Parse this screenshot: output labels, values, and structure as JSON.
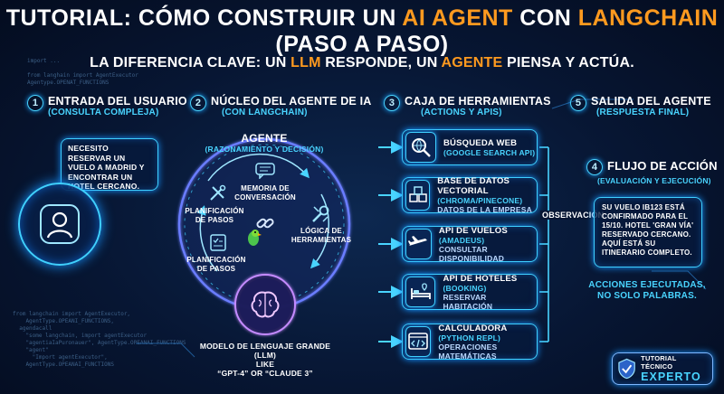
{
  "title": {
    "part1": "TUTORIAL: CÓMO CONSTRUIR UN ",
    "part2": "AI AGENT",
    "part3": " CON ",
    "part4": "LANGCHAIN",
    "part5": " (PASO A PASO)"
  },
  "subtitle": {
    "part1": "LA DIFERENCIA CLAVE: UN ",
    "part2": "LLM",
    "part3": " RESPONDE, UN ",
    "part4": "AGENTE",
    "part5": " PIENSA Y ACTÚA."
  },
  "code_top": "import ...\n\nfrom langhain import AgentExecutor\nAgentype.OPENAT_FUNCTIONS",
  "code_bottom": "from langchain import AgentExecutor,\n    AgentType.OPEANI_FUNCTIONS,\n  agendacall\n    \"some langchain, import agentExecutor\n    \"agentiaIaPuronauer\", AgentType.OPEANAI_FUNCTIONS\n    \"agent\"\n      \"Import agentExecutor\",\n    AgentType.OPEANAI_FUNCTIONS",
  "steps": [
    {
      "num": "1",
      "title": "ENTRADA DEL USUARIO",
      "subtitle": "(CONSULTA COMPLEJA)"
    },
    {
      "num": "2",
      "title": "NÚCLEO DEL AGENTE DE IA",
      "subtitle": "(CON LANGCHAIN)"
    },
    {
      "num": "3",
      "title": "CAJA DE HERRAMIENTAS",
      "subtitle": "(ACTIONS Y APIS)"
    },
    {
      "num": "5",
      "title": "SALIDA DEL AGENTE",
      "subtitle": "(RESPUESTA FINAL)"
    }
  ],
  "user_query": "NECESITO RESERVAR UN VUELO A MADRID Y ENCONTRAR UN HOTEL CERCANO.",
  "agent": {
    "title": "AGENTE",
    "subtitle": "(RAZONAMIENTO Y DECISIÓN)",
    "memory": "MEMORIA DE CONVERSACIÓN",
    "planning_1": "PLANIFICACIÓN DE PASOS",
    "planning_2": "PLANIFICACIÓN DE PASOS",
    "tool_logic": "LÓGICA DE HERRAMIENTAS",
    "llm_line1": "MODELO DE LENGUAJE GRANDE (LLM)",
    "llm_line2": "LIKE",
    "llm_line3": "“GPT-4” OR “CLAUDE 3”"
  },
  "tools": [
    {
      "name": "BÚSQUEDA WEB",
      "detail": "(GOOGLE SEARCH API)",
      "extra": "",
      "icon": "search-icon"
    },
    {
      "name": "BASE DE DATOS VECTORIAL",
      "detail": "(CHROMA/PINECONE)",
      "extra": "DATOS DE LA EMPRESA",
      "icon": "cubes-icon"
    },
    {
      "name": "API DE VUELOS",
      "detail": "(AMADEUS)",
      "extra": "CONSULTAR DISPONIBILIDAD",
      "icon": "plane-icon"
    },
    {
      "name": "API DE HOTELES",
      "detail": "(BOOKING)",
      "extra": "RESERVAR HABITACIÓN",
      "icon": "bed-icon"
    },
    {
      "name": "CALCULADORA",
      "detail": "(PYTHON REPL)",
      "extra": "OPERACIONES MATEMÁTICAS",
      "icon": "code-window-icon"
    }
  ],
  "observation": "OBSERVACIÓN",
  "flow": {
    "num": "4",
    "title": "FLUJO DE ACCIÓN",
    "subtitle": "(EVALUACIÓN Y EJECUCIÓN)"
  },
  "final_answer": "SU VUELO IB123 ESTÁ CONFIRMADO PARA EL 15/10. HOTEL 'GRAN VÍA' RESERVADO CERCANO. AQUÍ ESTÁ SU ITINERARIO COMPLETO.",
  "tagline_1": "ACCIONES EJECUTADAS,",
  "tagline_2": "NO SOLO PALABRAS.",
  "badge": {
    "line1": "TUTORIAL TÉCNICO",
    "line2": "EXPERTO"
  },
  "colors": {
    "accent": "#49d4ff",
    "highlight": "#ff9a1f",
    "purple": "#b57bff",
    "background": "#071633"
  }
}
